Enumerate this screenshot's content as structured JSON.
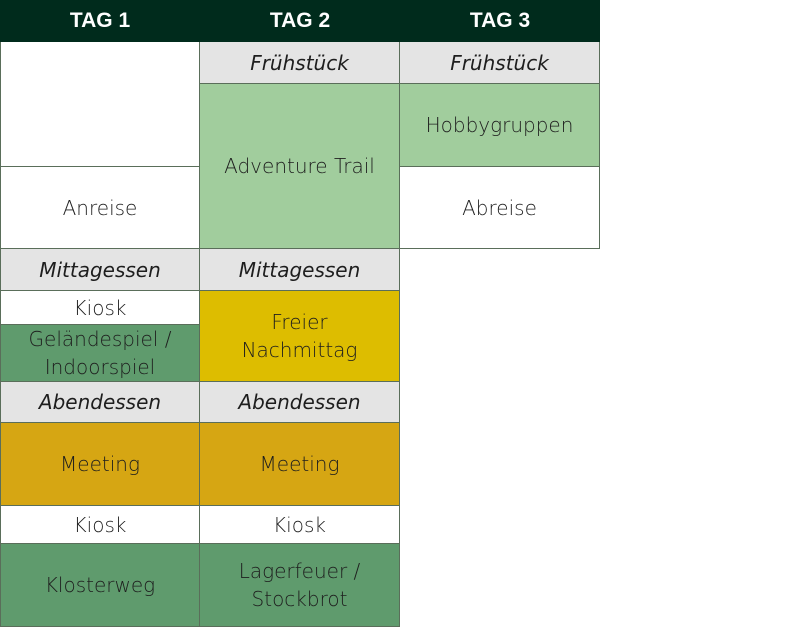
{
  "header": {
    "day1": "TAG 1",
    "day2": "TAG 2",
    "day3": "TAG 3"
  },
  "day1": {
    "arrival": "Anreise",
    "lunch": "Mittagessen",
    "kiosk1": "Kiosk",
    "game": "Geländespiel /\nIndoorspiel",
    "dinner": "Abendessen",
    "meeting": "Meeting",
    "kiosk2": "Kiosk",
    "evening": "Klosterweg"
  },
  "day2": {
    "breakfast": "Frühstück",
    "morning": "Adventure Trail",
    "lunch": "Mittagessen",
    "afternoon": "Freier\nNachmittag",
    "dinner": "Abendessen",
    "meeting": "Meeting",
    "kiosk": "Kiosk",
    "evening": "Lagerfeuer /\nStockbrot"
  },
  "day3": {
    "breakfast": "Frühstück",
    "morning": "Hobbygruppen",
    "departure": "Abreise"
  },
  "colors": {
    "header": "#002b1c",
    "meal": "#e4e4e4",
    "light_green": "#a1cd9d",
    "mid_green": "#5f9b6d",
    "yellow": "#ddbd00",
    "ochre": "#d6a613"
  }
}
